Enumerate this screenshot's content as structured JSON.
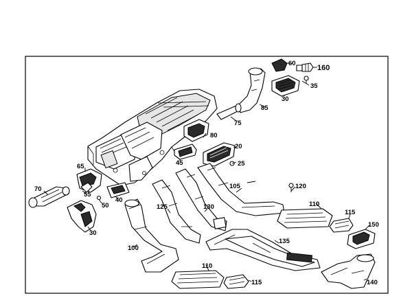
{
  "callouts": {
    "c60": "60",
    "c160": "160",
    "c35": "35",
    "c30a": "30",
    "c85": "85",
    "c80": "80",
    "c75": "75",
    "c20": "20",
    "c45": "45",
    "c25": "25",
    "c65": "65",
    "c105": "105",
    "c120": "120",
    "c70": "70",
    "c55": "55",
    "c50": "50",
    "c40": "40",
    "c125": "125",
    "c130": "130",
    "c110a": "110",
    "c115a": "115",
    "c150": "150",
    "c30b": "30",
    "c135": "135",
    "c100": "100",
    "c110b": "110",
    "c115b": "115",
    "c140": "140"
  }
}
